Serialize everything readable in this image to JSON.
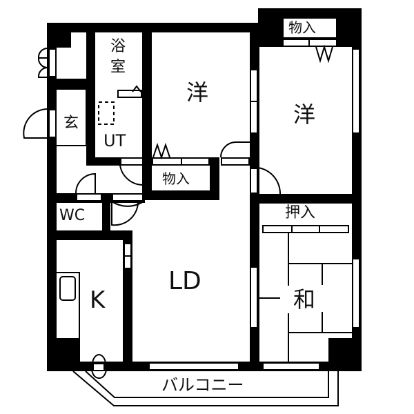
{
  "floorplan": {
    "rooms": {
      "bath": {
        "label_1": "浴",
        "label_2": "室"
      },
      "western_1": {
        "label": "洋"
      },
      "western_2": {
        "label": "洋"
      },
      "storage_top": {
        "label": "物入"
      },
      "storage_mid": {
        "label": "物入"
      },
      "entrance": {
        "label": "玄"
      },
      "utility": {
        "label": "UT"
      },
      "wc": {
        "label": "WC"
      },
      "kitchen": {
        "label": "K"
      },
      "living_dining": {
        "label": "LD"
      },
      "closet": {
        "label": "押入"
      },
      "japanese": {
        "label": "和"
      },
      "balcony": {
        "label": "バルコニー"
      }
    },
    "colors": {
      "wall": "#000000",
      "background": "#ffffff"
    }
  }
}
